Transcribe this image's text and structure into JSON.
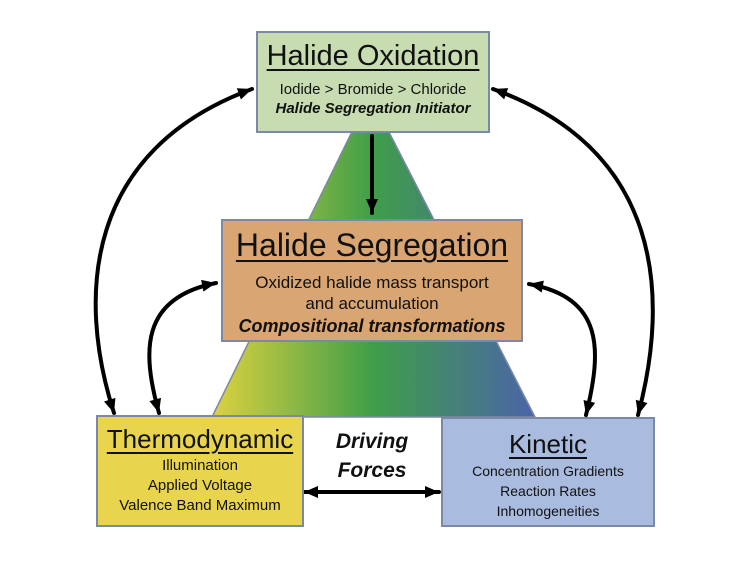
{
  "canvas": {
    "background": "#ffffff"
  },
  "palette": {
    "box_border": "#7c89a6",
    "arrow": "#000000",
    "text": "#111111"
  },
  "triangle": {
    "gradient_left": "#ddd23f",
    "gradient_middle": "#3f9e49",
    "gradient_right": "#4b64a8"
  },
  "boxes": {
    "halide_oxidation": {
      "fill": "#c8dcb2",
      "title": "Halide Oxidation",
      "subtitle": "Iodide > Bromide > Chloride",
      "emphasis": "Halide Segregation Initiator"
    },
    "halide_segregation": {
      "fill": "#d9a572",
      "title": "Halide Segregation",
      "line1": "Oxidized halide mass transport",
      "line2": "and accumulation",
      "emphasis": "Compositional transformations"
    },
    "thermodynamic": {
      "fill": "#e9d44e",
      "title": "Thermodynamic",
      "items": [
        "Illumination",
        "Applied Voltage",
        "Valence Band Maximum"
      ]
    },
    "kinetic": {
      "fill": "#a9bbdf",
      "title": "Kinetic",
      "items": [
        "Concentration Gradients",
        "Reaction Rates",
        "Inhomogeneities"
      ]
    }
  },
  "labels": {
    "driving_forces_line1": "Driving",
    "driving_forces_line2": "Forces"
  }
}
